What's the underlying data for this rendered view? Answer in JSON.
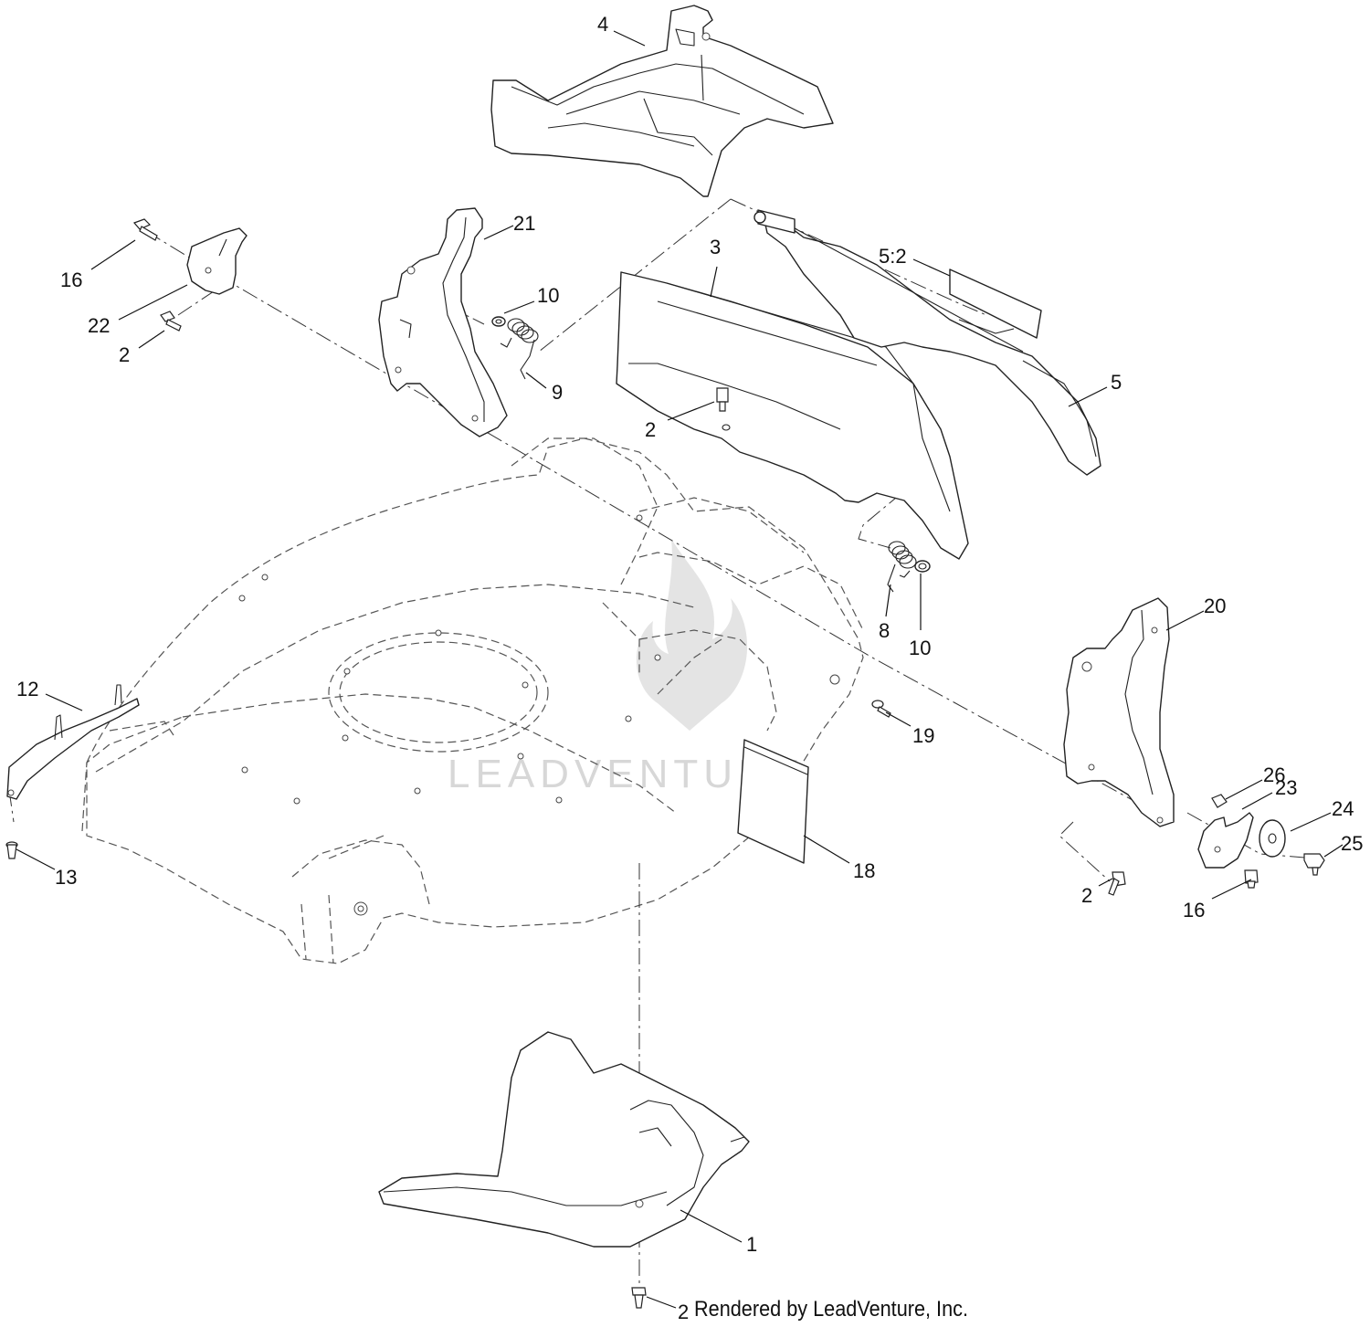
{
  "watermark": {
    "text": "LEADVENTURE"
  },
  "credit": "Rendered by LeadVenture, Inc.",
  "callouts": [
    {
      "id": "c4",
      "label": "4"
    },
    {
      "id": "c21",
      "label": "21"
    },
    {
      "id": "c3",
      "label": "3"
    },
    {
      "id": "c5-2",
      "label": "5:2"
    },
    {
      "id": "c16-left",
      "label": "16"
    },
    {
      "id": "c22",
      "label": "22"
    },
    {
      "id": "c2-left",
      "label": "2"
    },
    {
      "id": "c10-left",
      "label": "10"
    },
    {
      "id": "c9",
      "label": "9"
    },
    {
      "id": "c2-center",
      "label": "2"
    },
    {
      "id": "c5",
      "label": "5"
    },
    {
      "id": "c20",
      "label": "20"
    },
    {
      "id": "c8",
      "label": "8"
    },
    {
      "id": "c10-right",
      "label": "10"
    },
    {
      "id": "c12",
      "label": "12"
    },
    {
      "id": "c19",
      "label": "19"
    },
    {
      "id": "c26",
      "label": "26"
    },
    {
      "id": "c23",
      "label": "23"
    },
    {
      "id": "c24",
      "label": "24"
    },
    {
      "id": "c25",
      "label": "25"
    },
    {
      "id": "c13",
      "label": "13"
    },
    {
      "id": "c18",
      "label": "18"
    },
    {
      "id": "c2-right",
      "label": "2"
    },
    {
      "id": "c16-right",
      "label": "16"
    },
    {
      "id": "c1",
      "label": "1"
    },
    {
      "id": "c2-bottom",
      "label": "2"
    }
  ]
}
